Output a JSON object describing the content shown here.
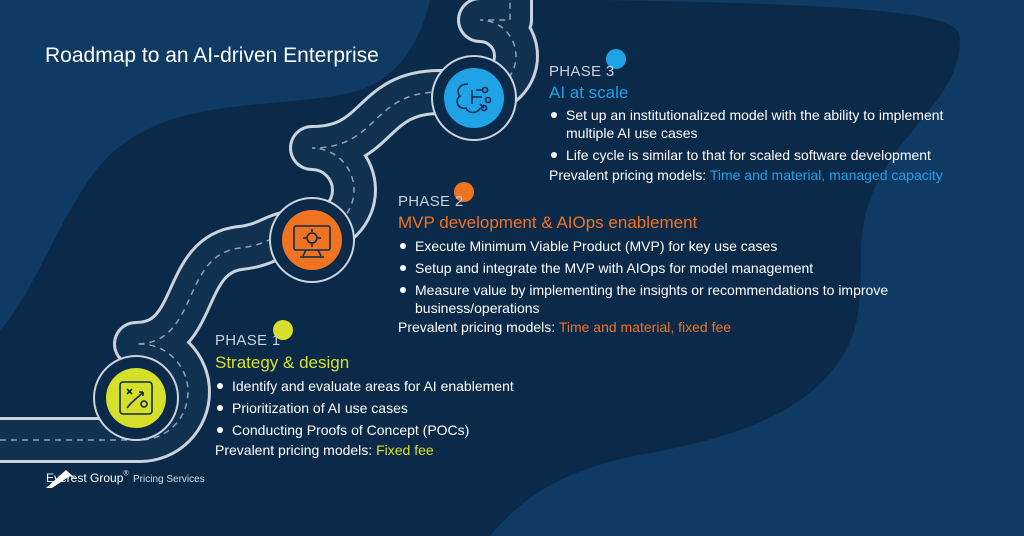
{
  "title": "Roadmap to an AI-driven Enterprise",
  "colors": {
    "background": "#0b2a4a",
    "phase1": "#d6e02a",
    "phase2": "#f07322",
    "phase3": "#1fa2e6"
  },
  "phases": [
    {
      "label": "PHASE 1",
      "name": "Strategy & design",
      "icon": "strategy-play-icon",
      "bullets": [
        "Identify and evaluate areas for AI enablement",
        "Prioritization of AI use cases",
        "Conducting Proofs of Concept (POCs)"
      ],
      "pricing_label": "Prevalent pricing models:",
      "pricing_value": "Fixed fee"
    },
    {
      "label": "PHASE 2",
      "name": "MVP development & AIOps enablement",
      "icon": "gear-monitor-icon",
      "bullets": [
        "Execute Minimum Viable Product (MVP) for key use cases",
        "Setup and integrate the MVP with AIOps for model management",
        "Measure value by implementing the insights or recommendations to improve business/operations"
      ],
      "pricing_label": "Prevalent pricing models:",
      "pricing_value": "Time and material, fixed fee"
    },
    {
      "label": "PHASE 3",
      "name": "AI at scale",
      "icon": "brain-circuit-icon",
      "bullets": [
        "Set up an institutionalized model with the ability to implement multiple AI use cases",
        "Life cycle is similar to that for scaled software development"
      ],
      "pricing_label": "Prevalent pricing models:",
      "pricing_value": "Time and material, managed capacity"
    }
  ],
  "logo": {
    "name": "Everest Group",
    "registered": "®",
    "tagline": "Pricing Services"
  }
}
